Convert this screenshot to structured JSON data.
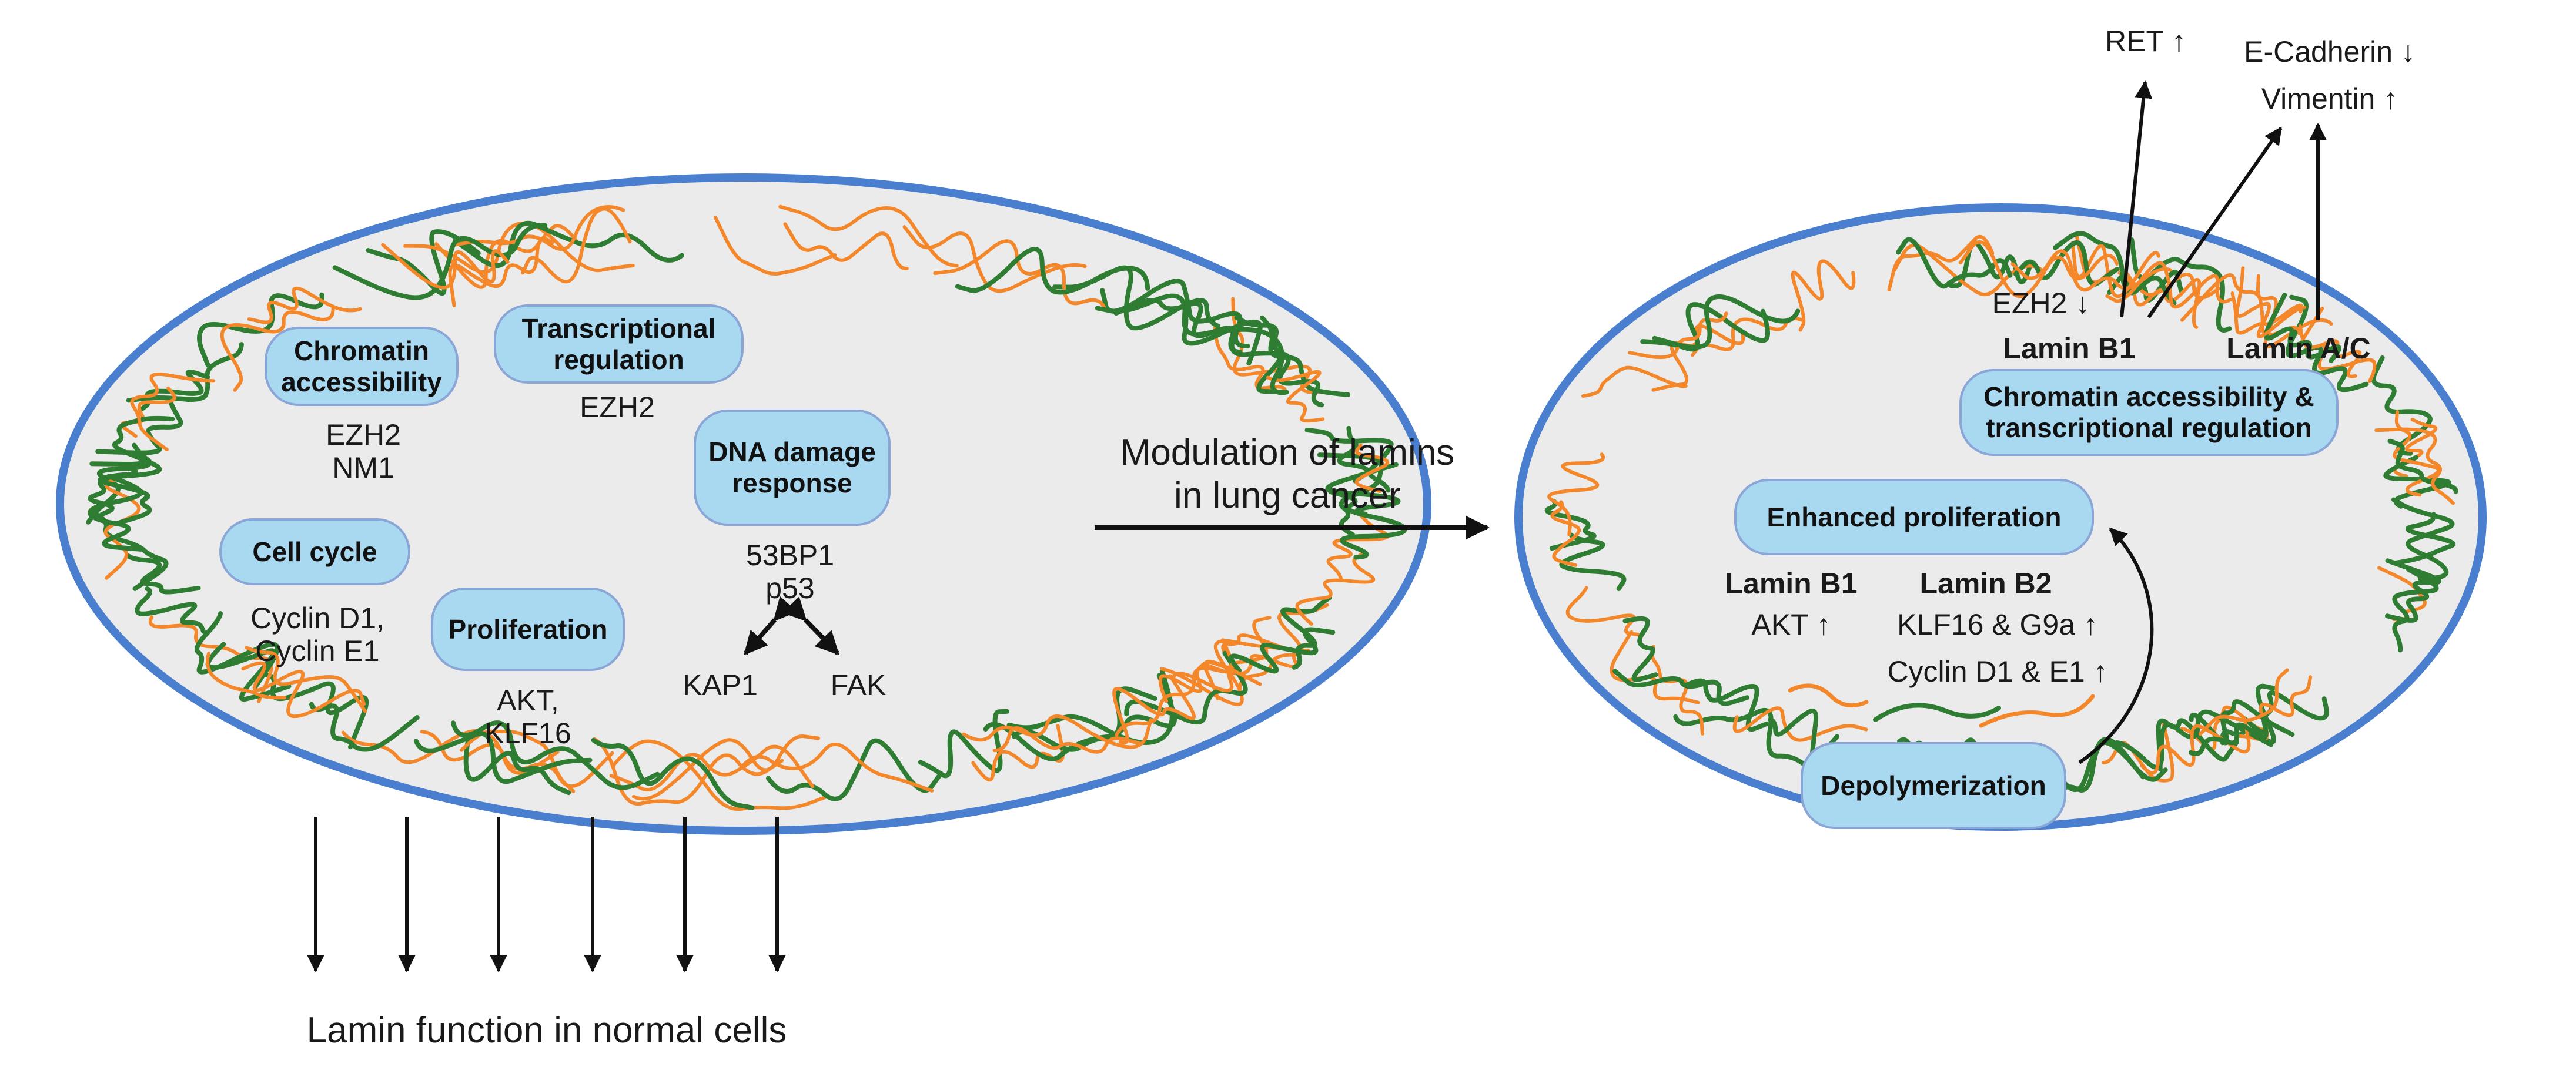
{
  "colors": {
    "membrane": "#4a7fd0",
    "nucleus_fill": "#ebebeb",
    "lamin_green": "#2e7d32",
    "lamin_orange": "#f4872a",
    "pill_fill": "#a9d9f1",
    "pill_border": "#8aa6d6",
    "arrow": "#111111"
  },
  "normal": {
    "pills": {
      "chromatin": "Chromatin accessibility",
      "transcription": "Transcriptional regulation",
      "dna_damage": "DNA damage response",
      "cell_cycle": "Cell cycle",
      "proliferation": "Proliferation"
    },
    "labels": {
      "ezh2": "EZH2",
      "nm1": "NM1",
      "ezh2_tr": "EZH2",
      "bp53": "53BP1",
      "p53": "p53",
      "kap1": "KAP1",
      "fak": "FAK",
      "cyclin_d1": "Cyclin D1,",
      "cyclin_e1": "Cyclin E1",
      "akt": "AKT,",
      "klf16": "KLF16"
    },
    "caption": "Lamin function in normal cells"
  },
  "transition": {
    "line1": "Modulation of lamins",
    "line2": "in lung cancer"
  },
  "cancer": {
    "top": {
      "ret": "RET ↑",
      "ecadherin": "E-Cadherin ↓",
      "vimentin": "Vimentin ↑"
    },
    "ezh2_down": "EZH2 ↓",
    "lamin_b1_top": "Lamin B1",
    "lamin_ac": "Lamin A/C",
    "pills": {
      "chromatin_tr_1": "Chromatin accessibility &",
      "chromatin_tr_2": "transcriptional regulation",
      "enhanced_prolif": "Enhanced proliferation",
      "depolymerization": "Depolymerization"
    },
    "lamin_b1": "Lamin B1",
    "lamin_b2": "Lamin B2",
    "akt_up": "AKT ↑",
    "klf16_g9a": "KLF16 & G9a ↑",
    "cyclin_d1_e1": "Cyclin D1 & E1 ↑"
  }
}
